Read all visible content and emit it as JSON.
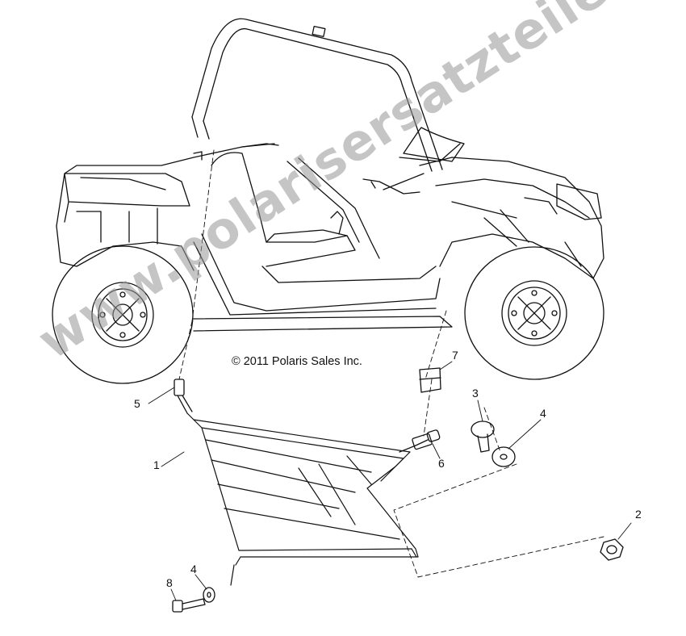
{
  "copyright": "© 2011 Polaris Sales Inc.",
  "watermark": "www.polarisersatzteile.de",
  "callouts": [
    "1",
    "2",
    "3",
    "4",
    "4",
    "5",
    "6",
    "7",
    "8"
  ]
}
